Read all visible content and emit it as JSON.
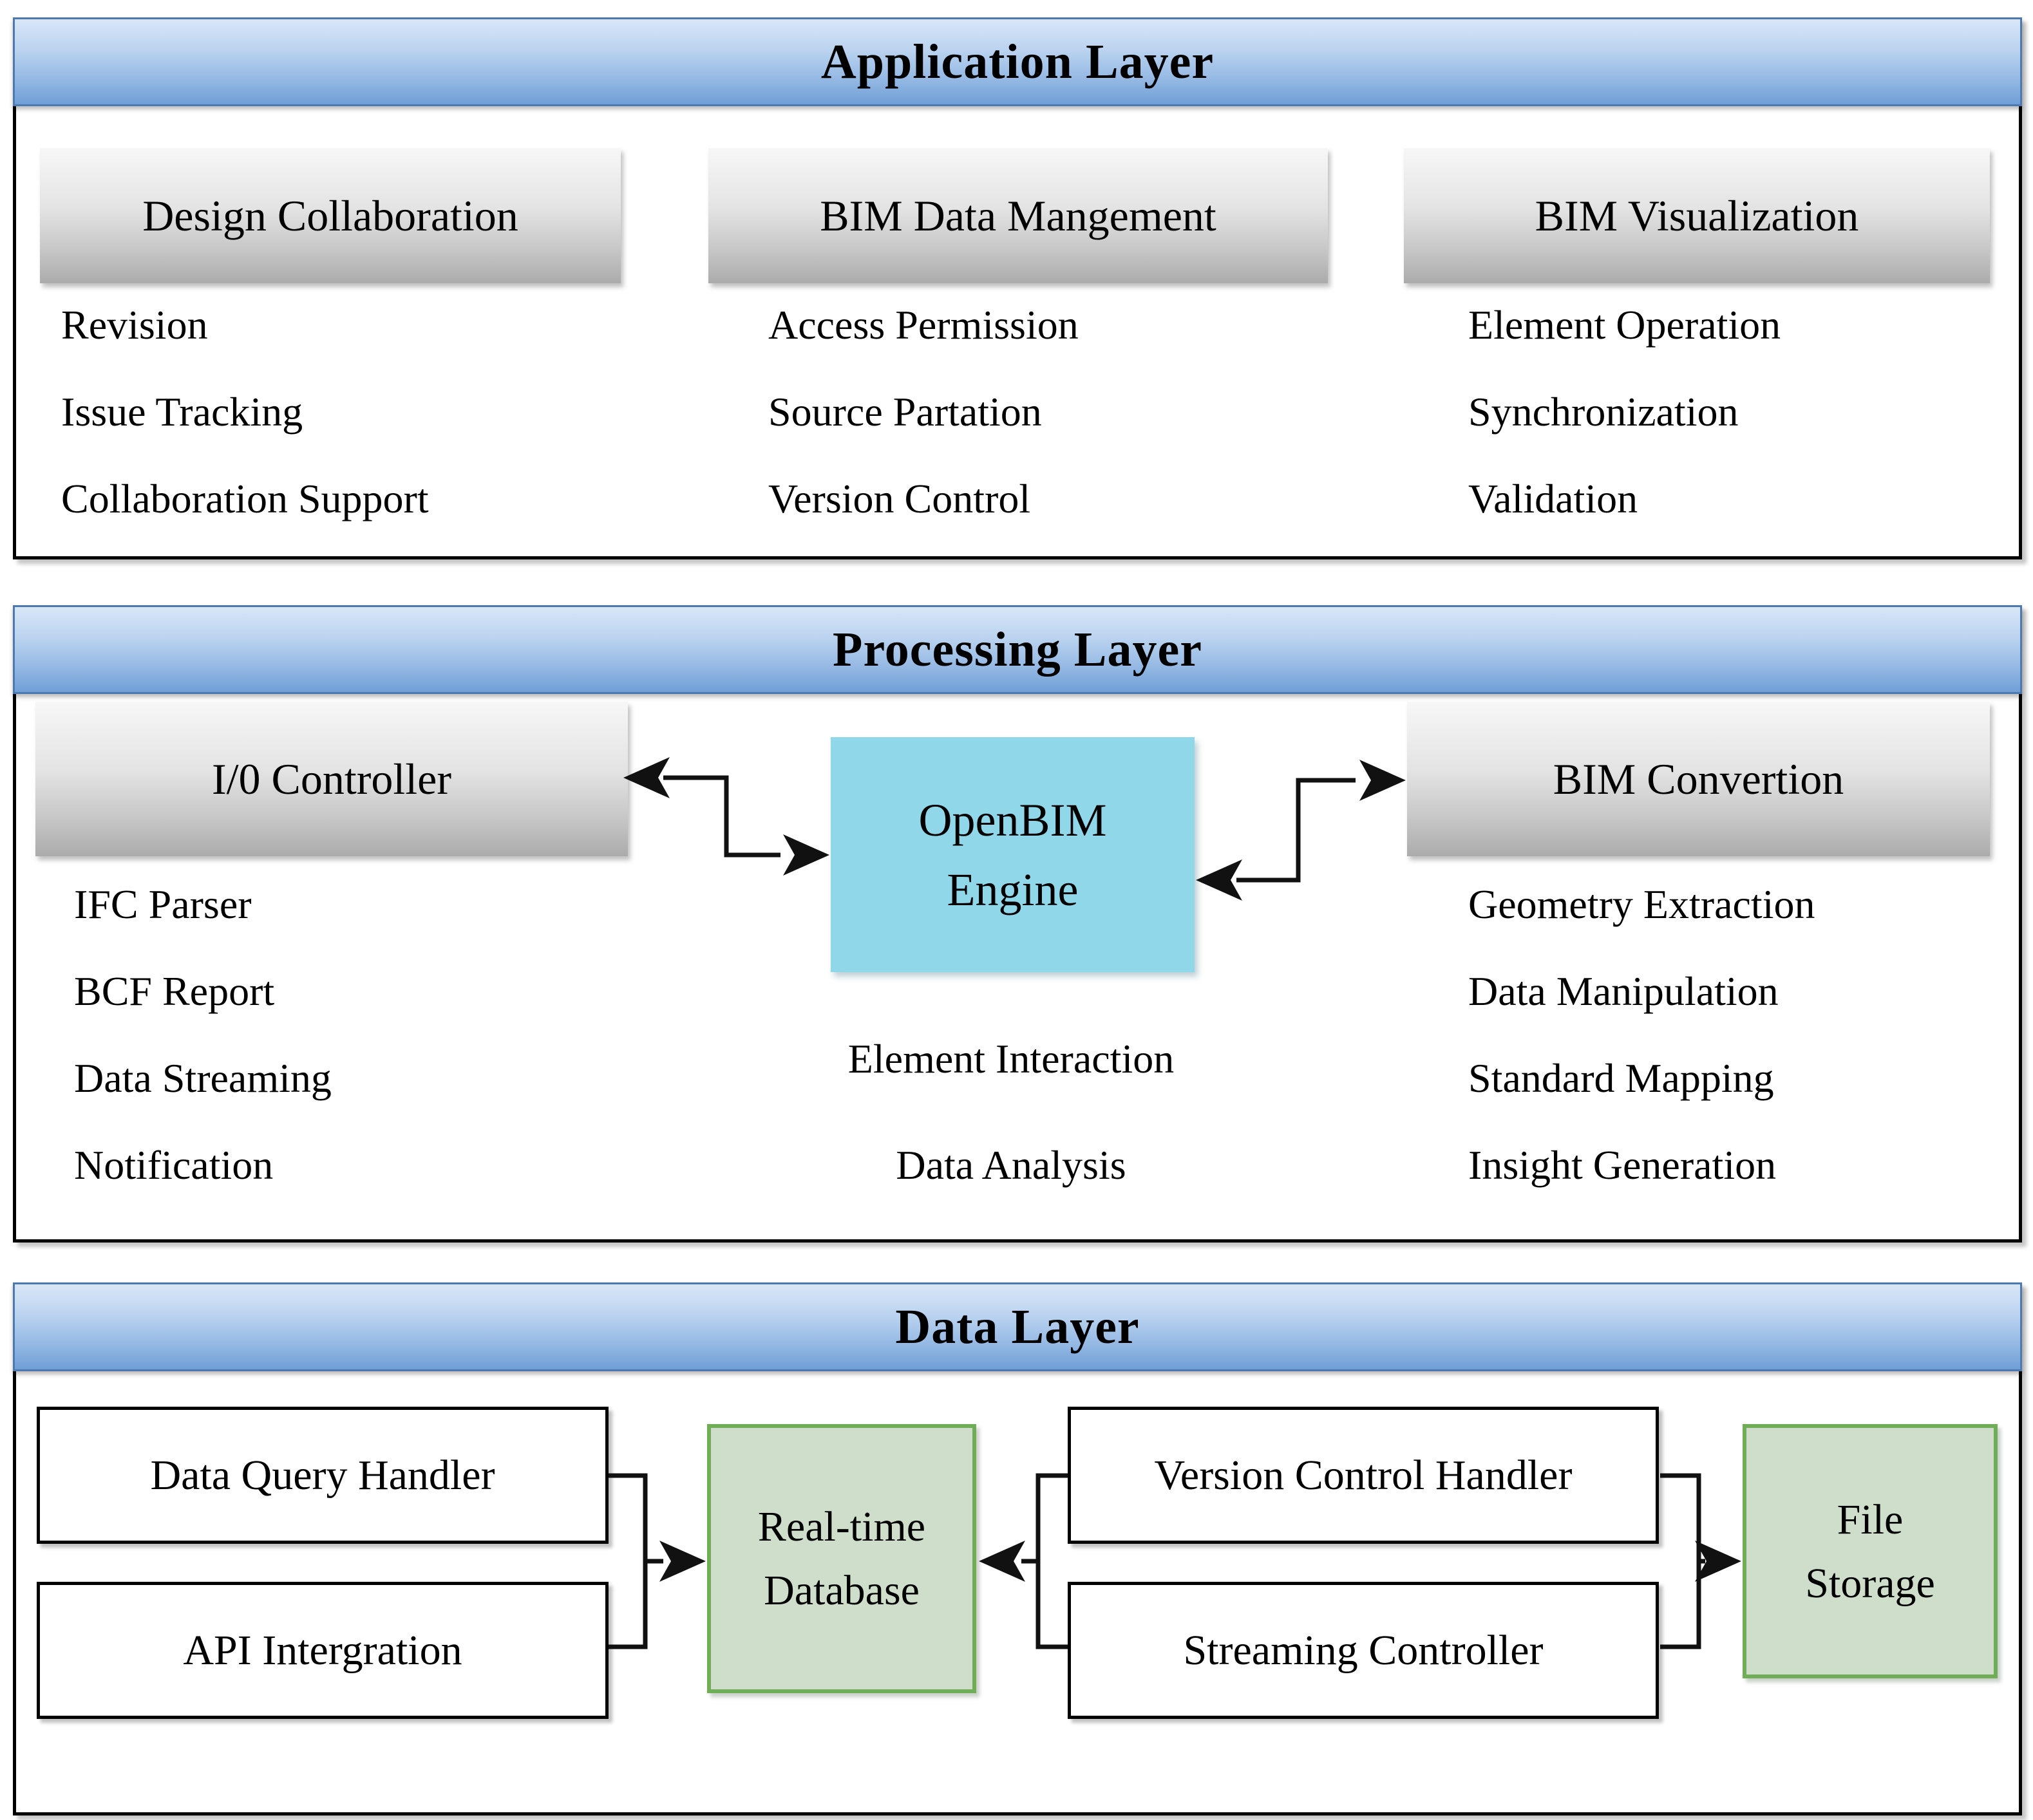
{
  "diagram": {
    "application": {
      "title": "Application Layer",
      "columns": [
        {
          "title": "Design Collaboration",
          "items": [
            "Revision",
            "Issue Tracking",
            "Collaboration Support"
          ]
        },
        {
          "title": "BIM Data Mangement",
          "items": [
            "Access Permission",
            "Source Partation",
            "Version Control"
          ]
        },
        {
          "title": "BIM Visualization",
          "items": [
            "Element Operation",
            "Synchronization",
            "Validation"
          ]
        }
      ]
    },
    "processing": {
      "title": "Processing Layer",
      "io_controller": {
        "title": "I/0 Controller",
        "items": [
          "IFC Parser",
          "BCF Report",
          "Data Streaming",
          "Notification"
        ]
      },
      "engine": {
        "title": "OpenBIM Engine",
        "items": [
          "Element Interaction",
          "Data Analysis"
        ]
      },
      "bim_convertion": {
        "title": "BIM Convertion",
        "items": [
          "Geometry Extraction",
          "Data Manipulation",
          "Standard Mapping",
          "Insight Generation"
        ]
      }
    },
    "data": {
      "title": "Data Layer",
      "handlers_left": [
        "Data Query Handler",
        "API Intergration"
      ],
      "realtime_database": "Real-time Database",
      "handlers_right": [
        "Version Control Handler",
        "Streaming Controller"
      ],
      "file_storage": "File Storage"
    }
  },
  "colors": {
    "header_blue_top": "#d9e6f7",
    "header_blue_bottom": "#6f9fd6",
    "header_blue_border": "#4d79ae",
    "engine_cyan": "#8fd7e9",
    "green_fill": "#cfdecb",
    "green_border": "#6fae57",
    "gray_box_top": "#f7f7f7",
    "gray_box_bottom": "#ababab",
    "arrow_color": "#111111"
  }
}
